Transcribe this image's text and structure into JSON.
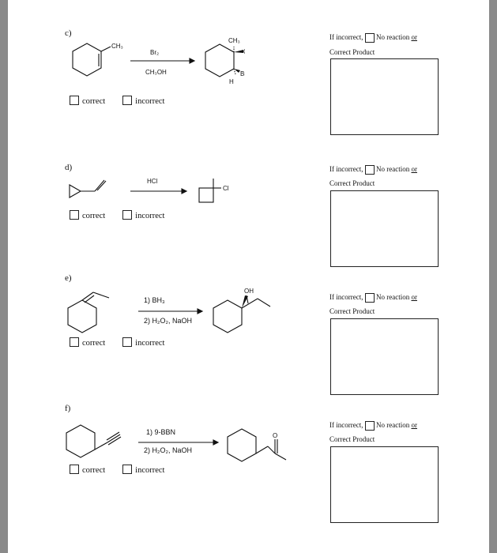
{
  "problems": [
    {
      "label": "c)",
      "reagents": [
        "Br₂",
        "CH₃OH"
      ],
      "reactant_labels": [
        "CH₃"
      ],
      "product_labels": [
        "CH₃",
        "OH",
        "Br",
        "H"
      ],
      "correct_label": "correct",
      "incorrect_label": "incorrect",
      "header_if_incorrect": "If incorrect,",
      "header_no_reaction": "No reaction",
      "header_or": "or",
      "header_correct_product": "Correct Product"
    },
    {
      "label": "d)",
      "reagents": [
        "HCl"
      ],
      "reactant_labels": [],
      "product_labels": [
        "Cl"
      ],
      "correct_label": "correct",
      "incorrect_label": "incorrect",
      "header_if_incorrect": "If incorrect,",
      "header_no_reaction": "No reaction",
      "header_or": "or",
      "header_correct_product": "Correct Product"
    },
    {
      "label": "e)",
      "reagents": [
        "1) BH₃",
        "2) H₂O₂, NaOH"
      ],
      "reactant_labels": [],
      "product_labels": [
        "OH"
      ],
      "correct_label": "correct",
      "incorrect_label": "incorrect",
      "header_if_incorrect": "If incorrect,",
      "header_no_reaction": "No reaction",
      "header_or": "or",
      "header_correct_product": "Correct Product"
    },
    {
      "label": "f)",
      "reagents": [
        "1) 9-BBN",
        "2) H₂O₂, NaOH"
      ],
      "reactant_labels": [],
      "product_labels": [
        "O"
      ],
      "correct_label": "correct",
      "incorrect_label": "incorrect",
      "header_if_incorrect": "If incorrect,",
      "header_no_reaction": "No reaction",
      "header_or": "or",
      "header_correct_product": "Correct Product"
    }
  ]
}
